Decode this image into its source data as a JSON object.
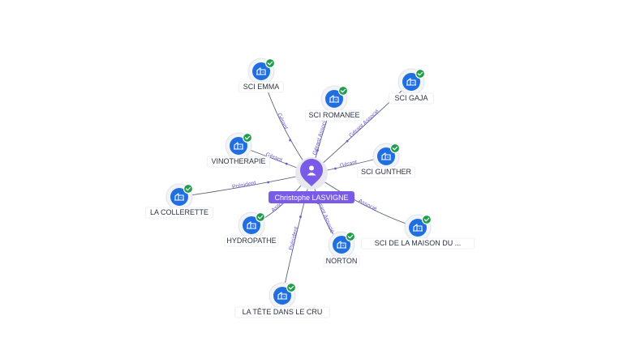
{
  "center": {
    "name": "Christophe LASVIGNE",
    "icon": "person-icon",
    "color": "#7a5be8"
  },
  "companies": [
    {
      "name": "SCI EMMA",
      "icon": "building-icon",
      "verified": true,
      "role": "Gérant"
    },
    {
      "name": "SCI ROMANEE",
      "icon": "building-icon",
      "verified": true,
      "role": "Gérant Associé"
    },
    {
      "name": "SCI GAJA",
      "icon": "building-icon",
      "verified": true,
      "role": "Gérant Associé"
    },
    {
      "name": "VINOTHERAPIE",
      "icon": "building-icon",
      "verified": true,
      "role": "Gérant"
    },
    {
      "name": "SCI GUNTHER",
      "icon": "building-icon",
      "verified": true,
      "role": "Gérant"
    },
    {
      "name": "LA COLLERETTE",
      "icon": "building-icon",
      "verified": true,
      "role": "Président"
    },
    {
      "name": "HYDROPATHE",
      "icon": "building-icon",
      "verified": true,
      "role": "Associé"
    },
    {
      "name": "SCI DE LA MAISON DU ...",
      "icon": "building-icon",
      "verified": true,
      "role": "Associé"
    },
    {
      "name": "NORTON",
      "icon": "building-icon",
      "verified": true,
      "role": "Gérant Associé"
    },
    {
      "name": "LA TÊTE DANS LE CRU",
      "icon": "building-icon",
      "verified": true,
      "role": "Président"
    }
  ],
  "colors": {
    "edge_label": "#6b59d6",
    "node": "#1f6fe0",
    "verified": "#1e9e4a"
  }
}
